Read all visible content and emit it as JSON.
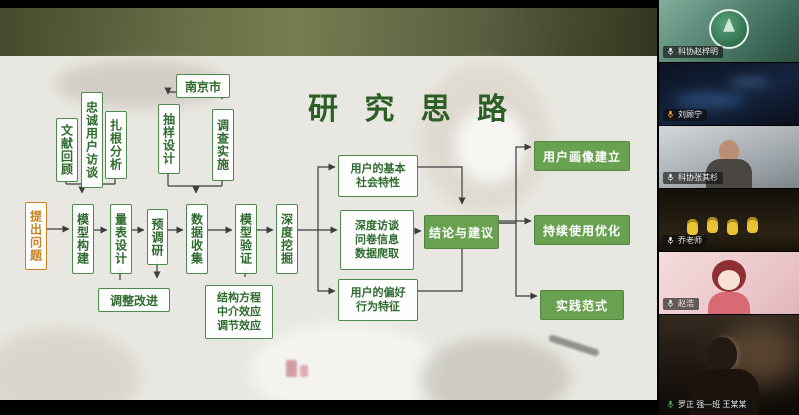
{
  "slide": {
    "title": "研 究 思 路",
    "boxes": {
      "literature": "文献回顾",
      "loyal_interview": "忠诚用户访谈",
      "grounded": "扎根分析",
      "nanjing": "南京市",
      "sampling": "抽样设计",
      "survey": "调查实施",
      "propose": "提出问题",
      "model_build": "模型构建",
      "scale_design": "量表设计",
      "pre_survey": "预调研",
      "data_collect": "数据收集",
      "model_verify": "模型验证",
      "deep_mine": "深度挖掘",
      "adjust": "调整改进",
      "sem": [
        "结构方程",
        "中介效应",
        "调节效应"
      ],
      "social": [
        "用户的基本",
        "社会特性"
      ],
      "channels": [
        "深度访谈",
        "问卷信息",
        "数据爬取"
      ],
      "preference": [
        "用户的偏好",
        "行为特征"
      ],
      "conclusion": "结论与建议",
      "portrait": "用户画像建立",
      "optimize": "持续使用优化",
      "paradigm": "实践范式"
    },
    "colors": {
      "title_green": "#2d5e26",
      "box_border_green": "#4d8b4d",
      "box_text_green": "#2f6b2f",
      "accent_orange": "#c8821f",
      "solid_green_fill": "#68a14f"
    }
  },
  "sidebar": {
    "participants": [
      {
        "name": "科协赵梓明",
        "mic": "muted"
      },
      {
        "name": "刘顾宁",
        "mic": "phone-audio"
      },
      {
        "name": "科协张其杉",
        "mic": "muted"
      },
      {
        "name": "乔老师",
        "mic": "muted"
      },
      {
        "name": "赵浩",
        "mic": "muted"
      },
      {
        "name": "罗正 强—班 王某某",
        "mic": "on"
      }
    ]
  }
}
